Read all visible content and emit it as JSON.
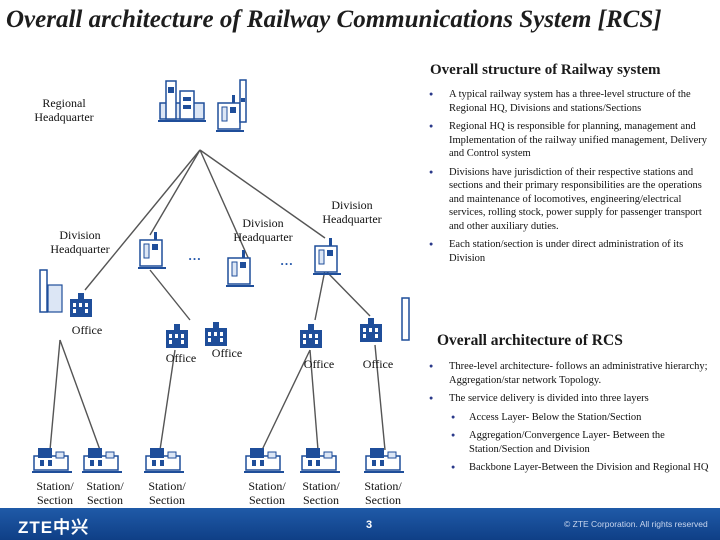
{
  "slide": {
    "title": "Overall architecture of Railway Communications System [RCS]",
    "page_number": "3",
    "copyright": "© ZTE Corporation. All rights reserved",
    "logo": "ZTE中兴"
  },
  "structure": {
    "heading": "Overall structure of Railway system",
    "bullets": [
      "A typical railway system has a three-level structure of the Regional HQ, Divisions and stations/Sections",
      "Regional HQ is responsible for planning, management and Implementation of the railway unified management, Delivery and Control system",
      "Divisions have jurisdiction of their respective stations and sections and their primary responsibilities are the operations and maintenance of locomotives, engineering/electrical services, rolling stock, power supply for passenger transport and other auxiliary duties.",
      "Each station/section is under direct administration of its Division"
    ]
  },
  "rcs": {
    "heading": "Overall architecture of RCS",
    "bullets": [
      "Three-level architecture- follows an administrative hierarchy; Aggregation/star network Topology.",
      "The service delivery is divided into three layers"
    ],
    "sub_bullets": [
      "Access Layer- Below the Station/Section",
      "Aggregation/Convergence Layer- Between the Station/Section and Division",
      "Backbone Layer-Between the Division and Regional HQ"
    ]
  },
  "diagram": {
    "regional_hq": "Regional Headquarter",
    "division_left": "Division Headquarter",
    "division_middle": "Division Headquarter",
    "division_right": "Division Headquarter",
    "office": "Office",
    "station": "Station/ Section",
    "ellipsis": "…"
  },
  "colors": {
    "line": "#555555",
    "building_blue": "#1f4e9a",
    "building_light": "#dce6f5",
    "footer": "#1f5aa8"
  }
}
